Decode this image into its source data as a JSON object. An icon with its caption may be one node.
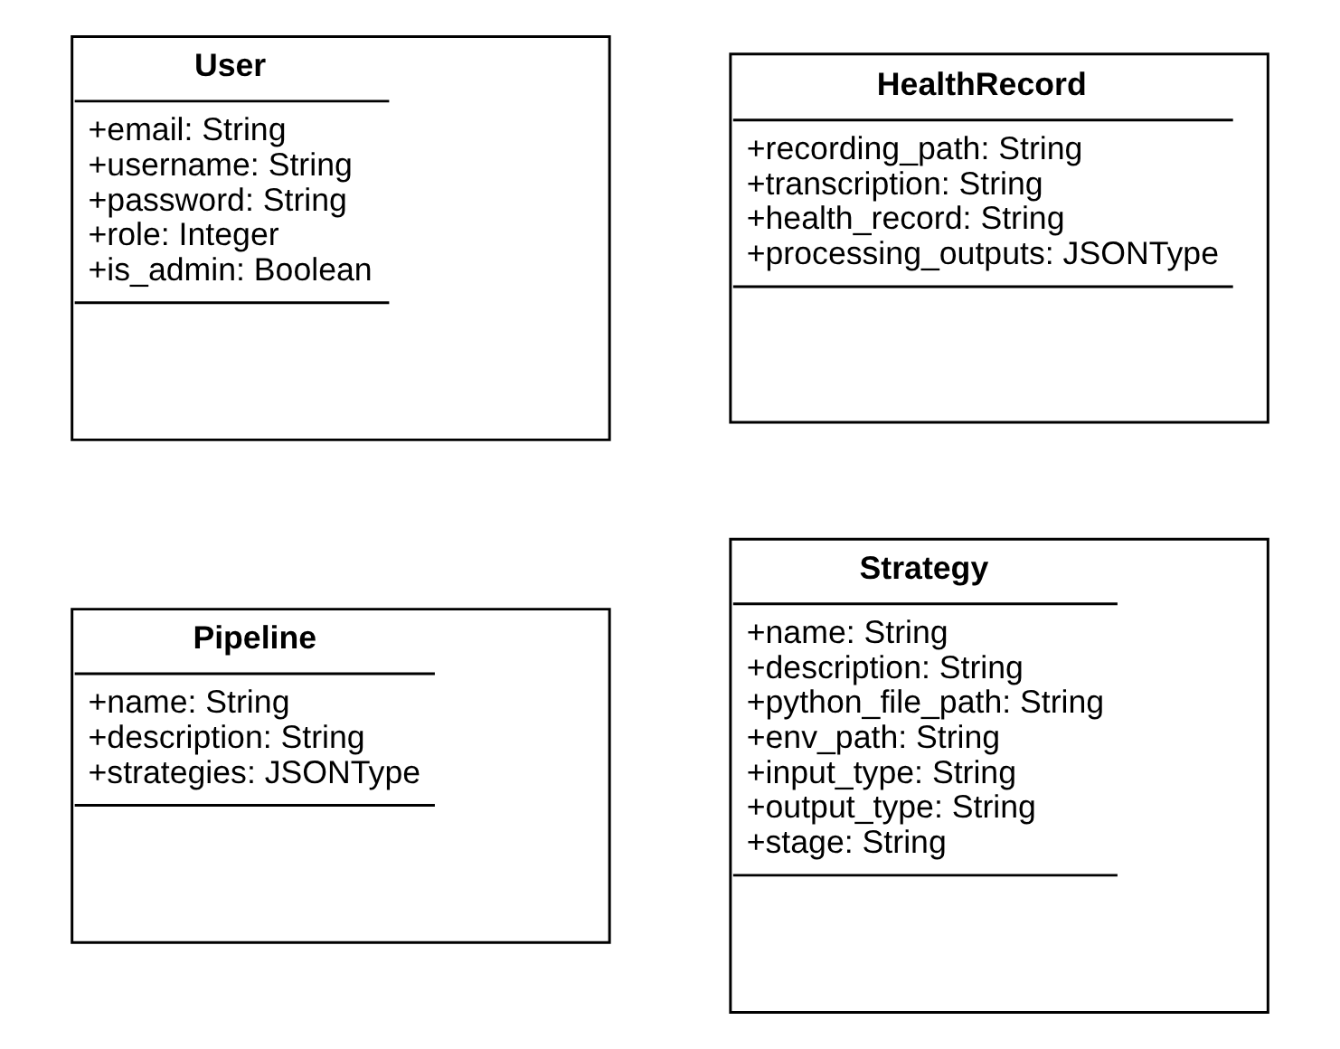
{
  "diagram": {
    "nodes": [
      {
        "text": [
          "User",
          "+email: String",
          "+username: String",
          "+password: String",
          "+role: Integer",
          "+is_admin: Boolean"
        ]
      },
      {
        "text": [
          "HealthRecord",
          "+recording_path: String",
          "+transcription: String",
          "+health_record: String",
          "+processing_outputs: JSONType"
        ]
      },
      {
        "text": [
          "Pipeline",
          "+name: String",
          "+description: String",
          "+strategies: JSONType"
        ]
      },
      {
        "text": [
          "Strategy",
          "+name: String",
          "+description: String",
          "+python_file_path: String",
          "+env_path: String",
          "+input_type: String",
          "+output_type: String",
          "+stage: String"
        ]
      }
    ],
    "edges": []
  }
}
